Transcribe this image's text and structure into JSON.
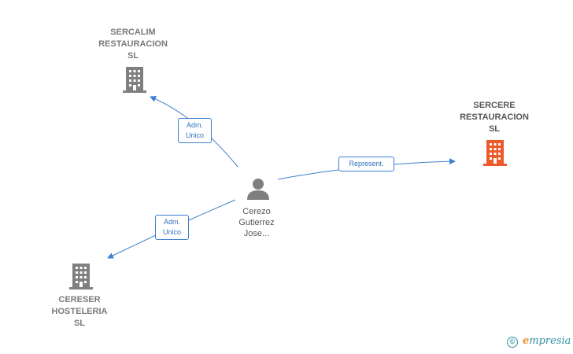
{
  "nodes": {
    "sercalim": {
      "lines": [
        "SERCALIM",
        "RESTAURACION",
        "SL"
      ]
    },
    "sercere": {
      "lines": [
        "SERCERE",
        "RESTAURACION",
        "SL"
      ]
    },
    "cereser": {
      "lines": [
        "CERESER",
        "HOSTELERIA",
        "SL"
      ]
    },
    "person": {
      "lines": [
        "Cerezo",
        "Gutierrez",
        "Jose..."
      ]
    }
  },
  "edges": {
    "to_sercalim": {
      "lines": [
        "Adm.",
        "Unico"
      ]
    },
    "to_cereser": {
      "lines": [
        "Adm.",
        "Unico"
      ]
    },
    "to_sercere": {
      "lines": [
        "Represent."
      ]
    }
  },
  "brand": {
    "copyright": "©",
    "first_letter": "e",
    "rest": "mpresia"
  },
  "colors": {
    "company_icon": "#808080",
    "highlight_icon": "#f05a2a",
    "person_icon": "#7f7f7f",
    "edge": "#3f7fd0",
    "brand": "#2e8fa0"
  }
}
